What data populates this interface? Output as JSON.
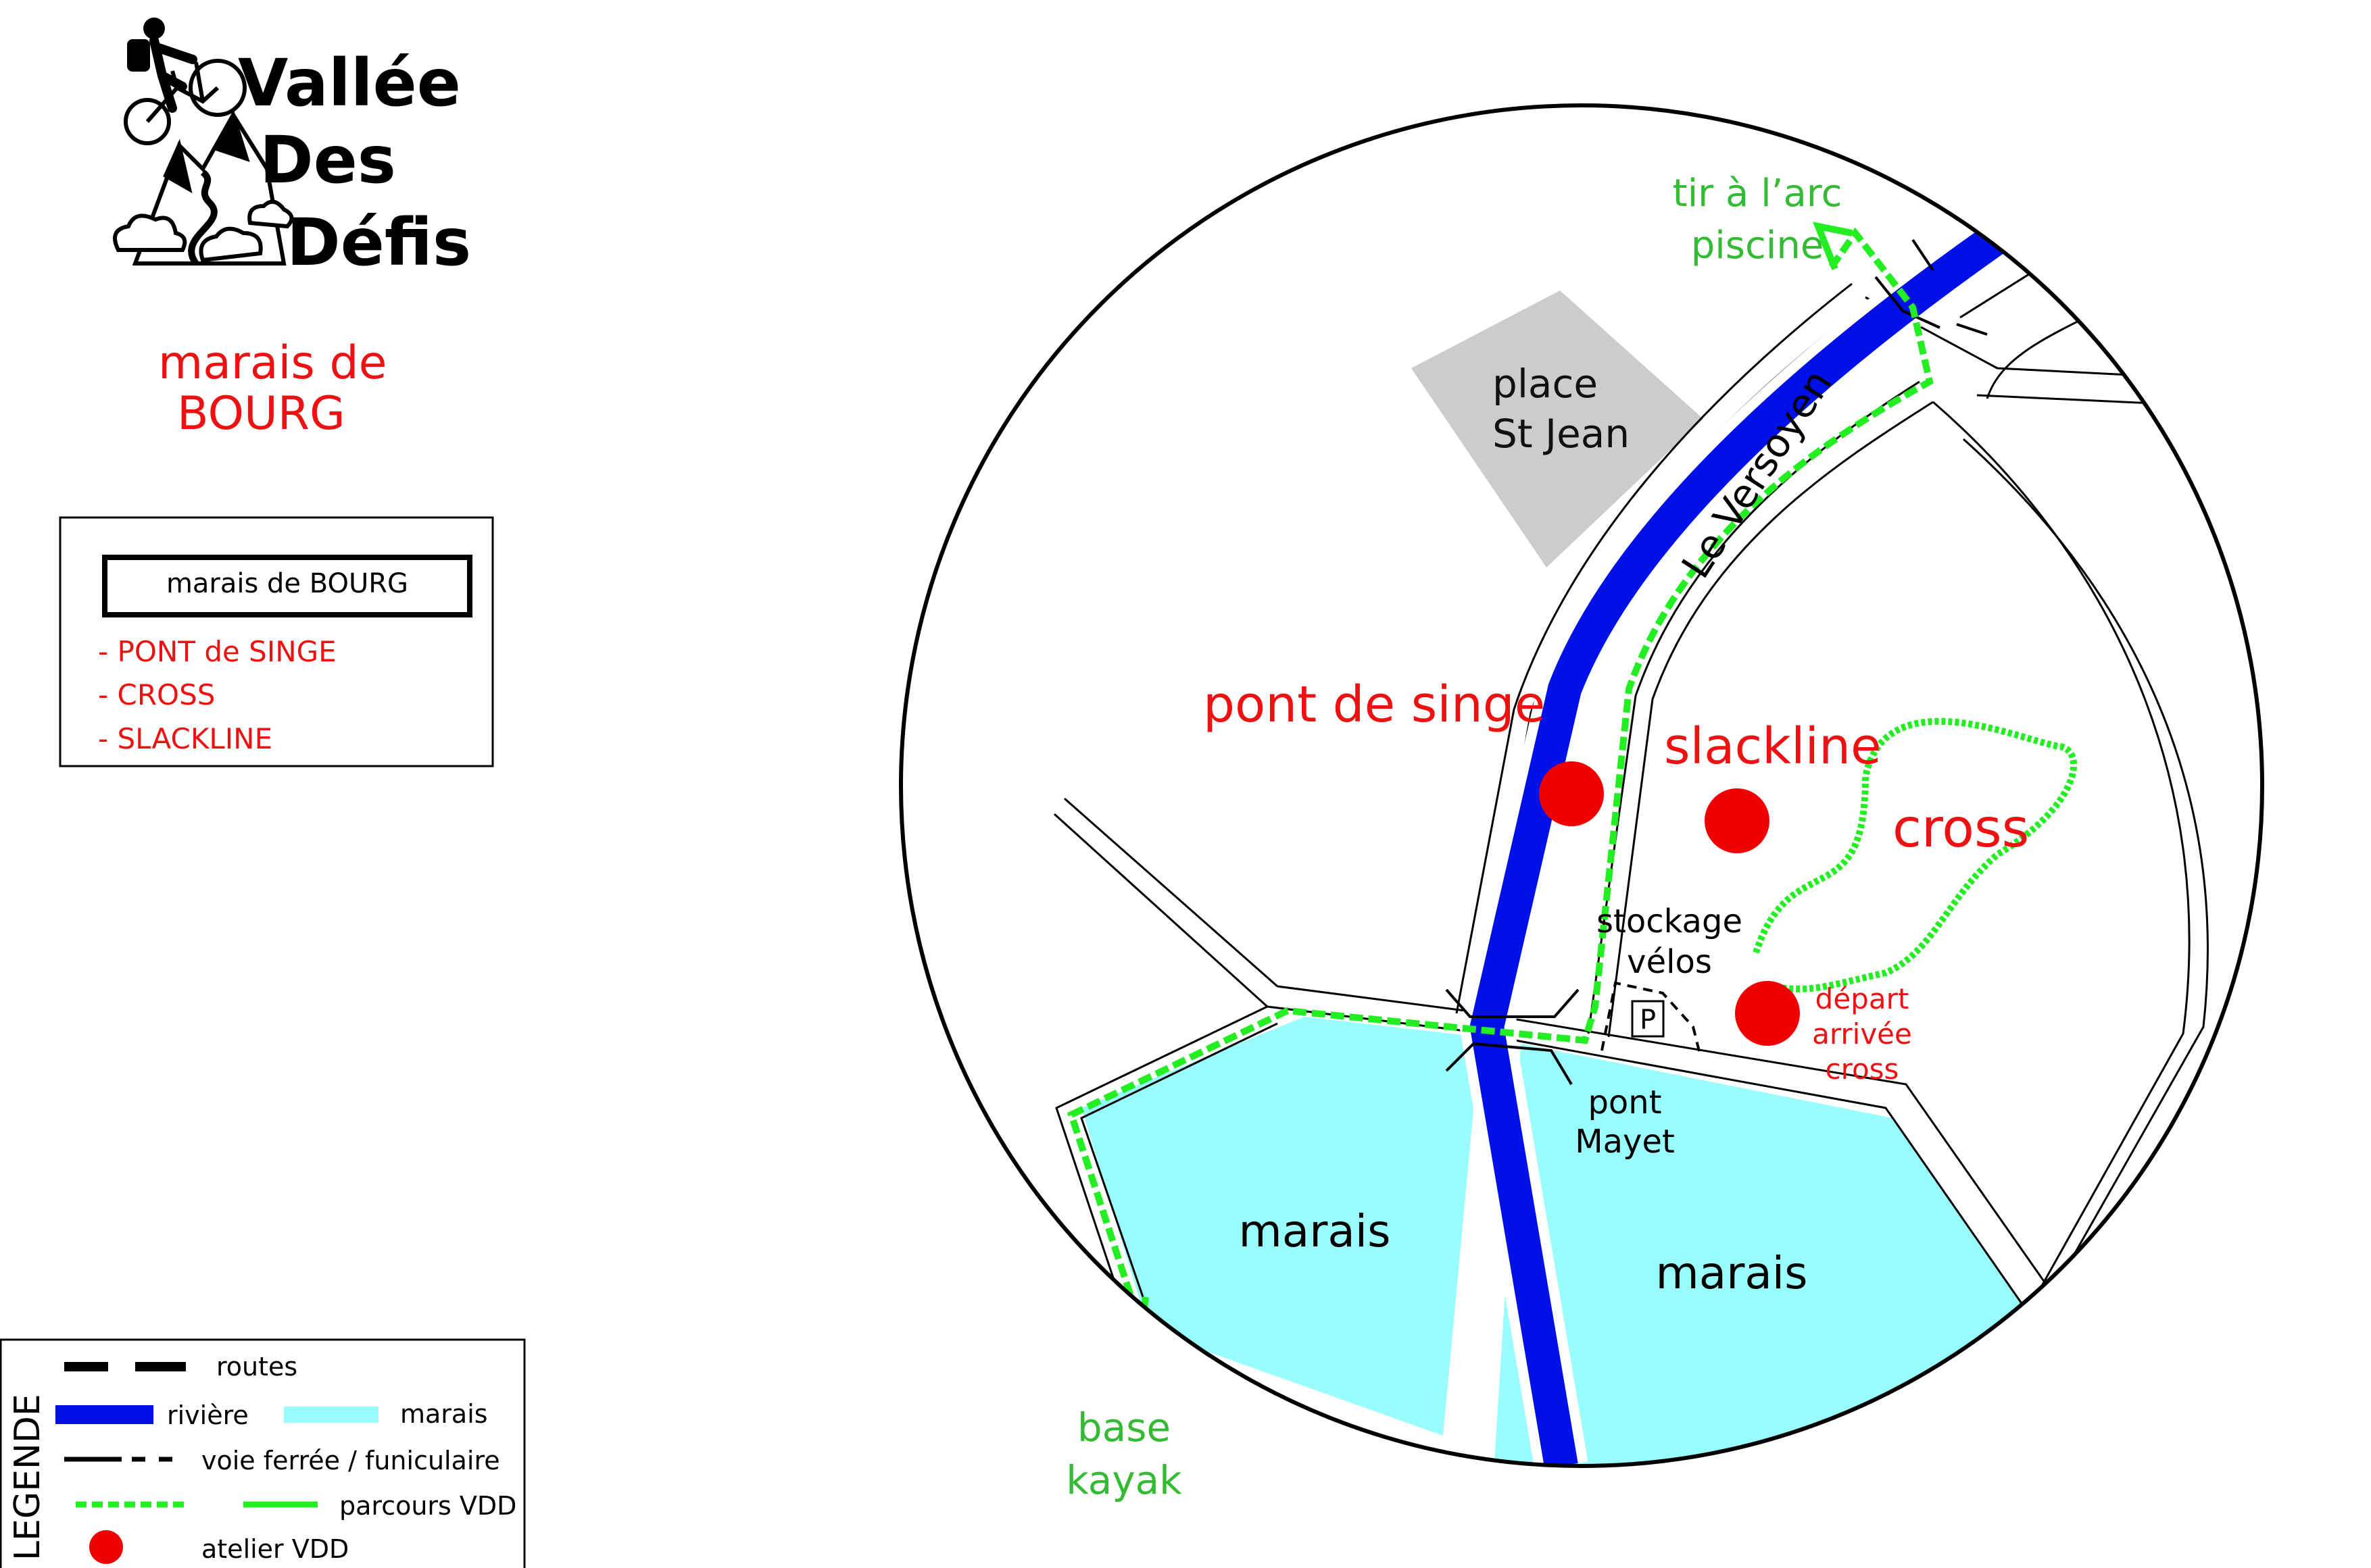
{
  "logo": {
    "line1": "Vallée",
    "line2": "Des",
    "line3": "Défis"
  },
  "site_title": {
    "line1": "marais de",
    "line2": "BOURG"
  },
  "info_box": {
    "title": "marais  de  BOURG",
    "items": [
      "- PONT de SINGE",
      "- CROSS",
      "- SLACKLINE"
    ]
  },
  "map_labels": {
    "place": [
      "place",
      "St Jean"
    ],
    "river": "Le Versoyen",
    "pont_de_singe": "pont de singe",
    "slackline": "slackline",
    "cross": "cross",
    "stockage": [
      "stockage",
      "vélos"
    ],
    "parking": "P",
    "depart": [
      "départ",
      "arrivée",
      "cross"
    ],
    "pont_mayet": [
      "pont",
      "Mayet"
    ],
    "marais_left": "marais",
    "marais_right": "marais",
    "tir_arc": [
      "tir à l’arc",
      "piscine"
    ],
    "base_kayak": [
      "base",
      "kayak"
    ]
  },
  "legend": {
    "title": "LEGENDE",
    "routes": "routes",
    "riviere": "rivière",
    "marais": "marais",
    "voie": "voie  ferrée  /  funiculaire",
    "parcours": "parcours VDD",
    "atelier": "atelier VDD"
  },
  "colors": {
    "river": "#0010e8",
    "marsh": "#99fdfe",
    "route_green": "#22ee22",
    "label_green": "#33bb33",
    "atelier_red": "#f00000",
    "text_red": "#ee1111",
    "place_gray": "#cccccc"
  }
}
